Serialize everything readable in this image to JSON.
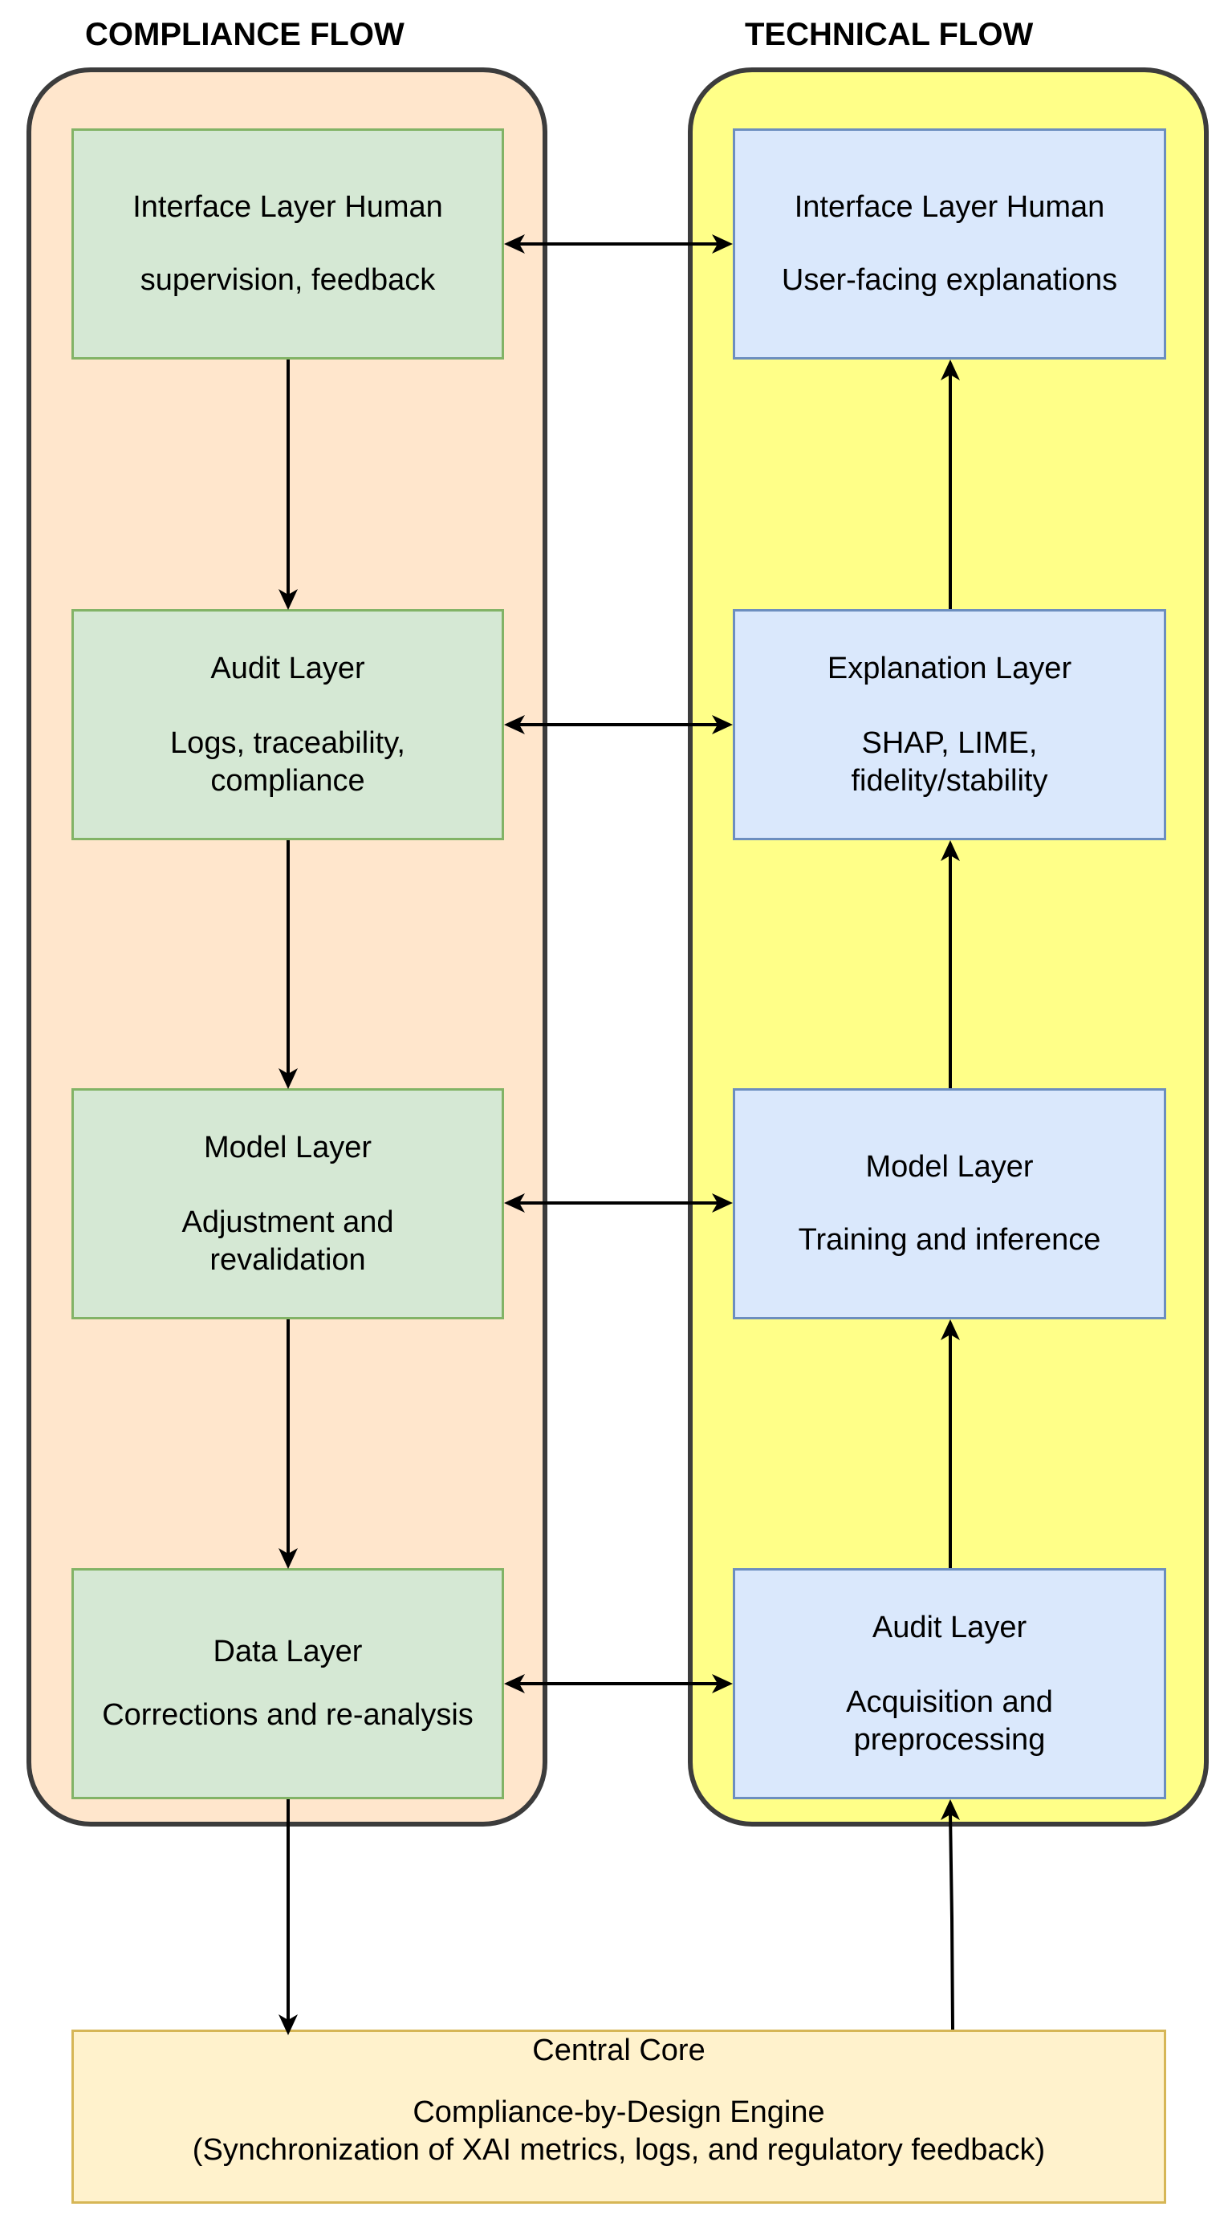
{
  "titles": {
    "compliance": "COMPLIANCE FLOW",
    "technical": "TECHNICAL FLOW"
  },
  "compliance_flow": [
    {
      "title": "Interface Layer Human",
      "detail": "supervision, feedback"
    },
    {
      "title": "Audit Layer",
      "detail": "Logs, traceability,\ncompliance"
    },
    {
      "title": "Model Layer",
      "detail": "Adjustment and\nrevalidation"
    },
    {
      "title": "Data Layer",
      "detail": "Corrections and re-analysis"
    }
  ],
  "technical_flow": [
    {
      "title": "Interface Layer Human",
      "detail": "User-facing explanations"
    },
    {
      "title": "Explanation Layer",
      "detail": "SHAP, LIME,\nfidelity/stability"
    },
    {
      "title": "Model Layer",
      "detail": "Training and inference"
    },
    {
      "title": "Audit Layer",
      "detail": "Acquisition and\npreprocessing"
    }
  ],
  "central_core": {
    "title": "Central Core",
    "subtitle": "Compliance-by-Design Engine",
    "detail": "(Synchronization of XAI metrics, logs, and regulatory feedback)"
  },
  "colors": {
    "compliance_lane": "#ffe6cc",
    "technical_lane": "#ffff88",
    "compliance_node": "#d5e8d4",
    "technical_node": "#dae8fc",
    "core": "#fff2cc",
    "lane_border": "#3c3c3c",
    "arrow": "#000000"
  }
}
